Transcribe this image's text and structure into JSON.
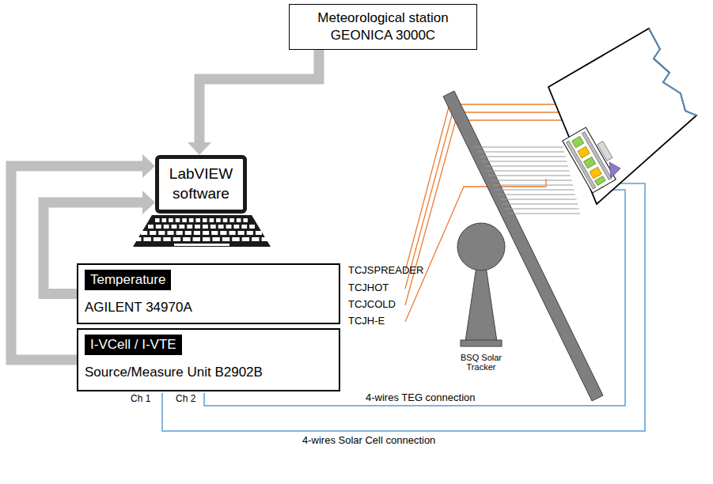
{
  "diagram": {
    "nodes": [
      {
        "text": [
          "Meteorological station GEONICA 3000C"
        ]
      },
      {
        "text": [
          "LabVIEW software"
        ]
      },
      {
        "text": [
          "Temperature",
          "AGILENT 34970A"
        ]
      },
      {
        "text": [
          "I-VCell / I-VTE",
          "Source/Measure Unit B2902B"
        ]
      }
    ],
    "edges": [
      {
        "from": 0,
        "to": 1,
        "arrow": "to"
      },
      {
        "from": 2,
        "to": 1,
        "arrow": "to"
      },
      {
        "from": 3,
        "to": 1,
        "arrow": "to"
      }
    ],
    "labels": [
      "TCJSPREADER",
      "TCJHOT",
      "TCJCOLD",
      "TCJH-E",
      "BSQ Solar Tracker",
      "Ch 1",
      "Ch 2",
      "4-wires TEG connection",
      "4-wires Solar Cell connection"
    ]
  }
}
